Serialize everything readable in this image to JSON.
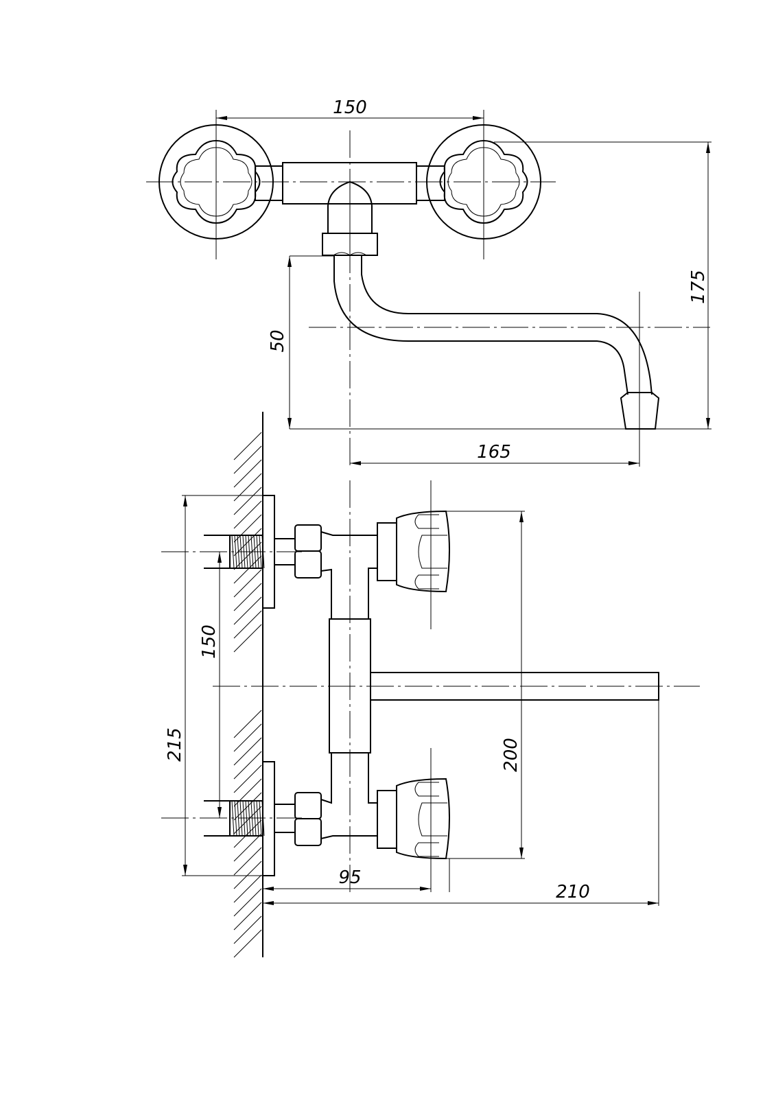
{
  "drawing": {
    "title": "Wall-mounted faucet technical drawing",
    "top_view": {
      "dim_handle_spacing": "150",
      "dim_total_height": "175",
      "dim_spout_drop": "50",
      "dim_spout_reach": "165"
    },
    "side_view": {
      "dim_flange_height": "215",
      "dim_inlet_spacing": "150",
      "dim_handle_height": "200",
      "dim_handle_depth": "95",
      "dim_spout_length": "210"
    }
  }
}
